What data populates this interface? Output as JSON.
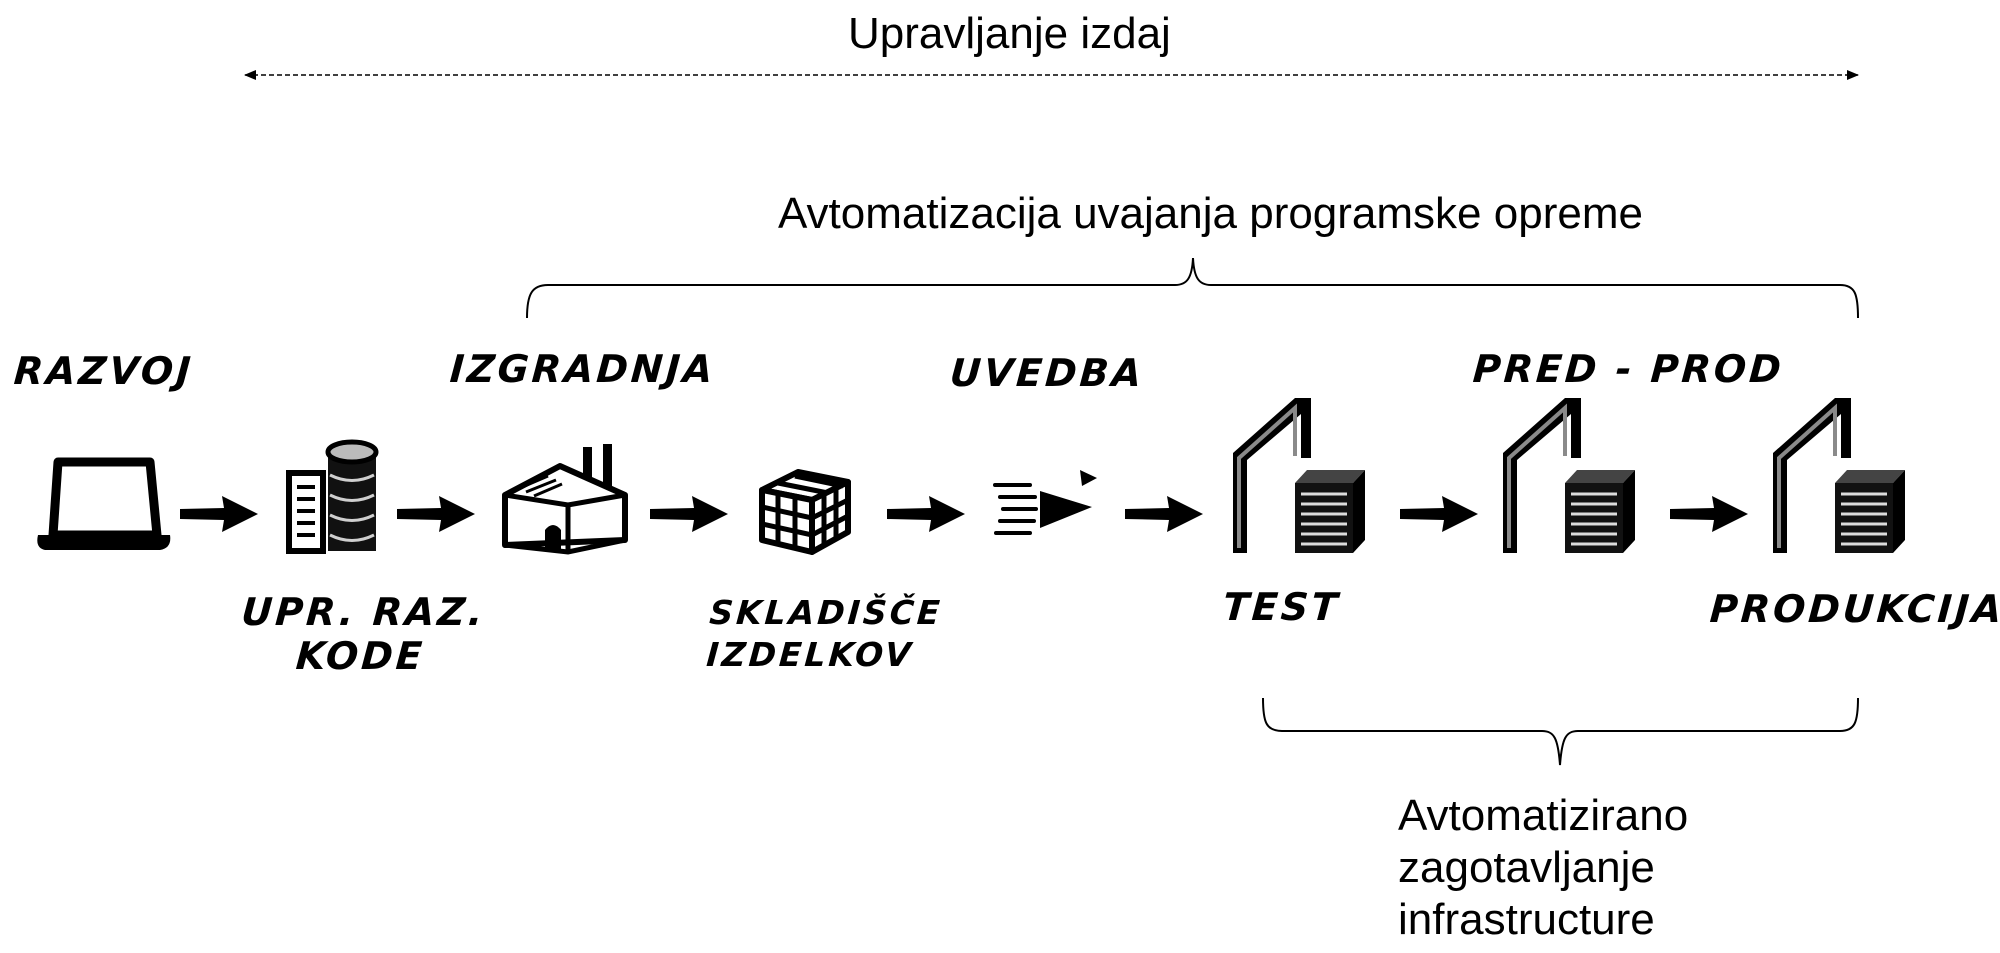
{
  "top_range": {
    "label": "Upravljanje izdaj"
  },
  "automation_bracket": {
    "label": "Avtomatizacija uvajanja programske opreme"
  },
  "infra_bracket": {
    "lines": [
      "Avtomatizirano",
      "zagotavljanje",
      "infrastructure"
    ]
  },
  "stages_above": {
    "razvoj": "RAZVOJ",
    "izgradnja": "IZGRADNJA",
    "uvedba": "UVEDBA",
    "pred_prod": "PRED - PROD"
  },
  "stages_below": {
    "upr_raz_kode": [
      "UPR. RAZ.",
      "KODE"
    ],
    "skladisce": [
      "SKLADIŠČE",
      "IZDELKOV"
    ],
    "test": "TEST",
    "produkcija": "PRODUKCIJA"
  },
  "icons": [
    "laptop-icon",
    "database-icon",
    "factory-icon",
    "package-icon",
    "rocket-icon",
    "server-gate-icon"
  ]
}
